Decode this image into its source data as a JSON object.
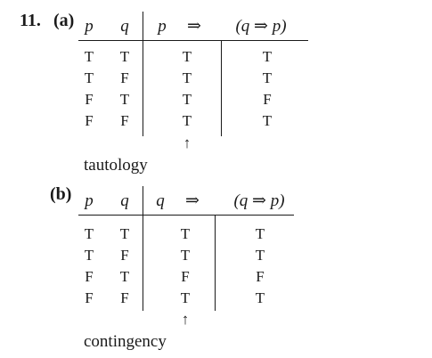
{
  "problem": {
    "number": "11.",
    "parts": [
      {
        "label": "(a)",
        "headers": {
          "p": "p",
          "q": "q",
          "lead": "p",
          "implies": "⇒",
          "paren": "(q ⇒ p)"
        },
        "rows": [
          {
            "p": "T",
            "q": "T",
            "main": "T",
            "inner": "T"
          },
          {
            "p": "T",
            "q": "F",
            "main": "T",
            "inner": "T"
          },
          {
            "p": "F",
            "q": "T",
            "main": "T",
            "inner": "F"
          },
          {
            "p": "F",
            "q": "F",
            "main": "T",
            "inner": "T"
          }
        ],
        "arrow": "↑",
        "classification": "tautology"
      },
      {
        "label": "(b)",
        "headers": {
          "p": "p",
          "q": "q",
          "lead": "q",
          "implies": "⇒",
          "paren": "(q ⇒ p)"
        },
        "rows": [
          {
            "p": "T",
            "q": "T",
            "main": "T",
            "inner": "T"
          },
          {
            "p": "T",
            "q": "F",
            "main": "T",
            "inner": "T"
          },
          {
            "p": "F",
            "q": "T",
            "main": "F",
            "inner": "F"
          },
          {
            "p": "F",
            "q": "F",
            "main": "T",
            "inner": "T"
          }
        ],
        "arrow": "↑",
        "classification": "contingency"
      }
    ]
  }
}
